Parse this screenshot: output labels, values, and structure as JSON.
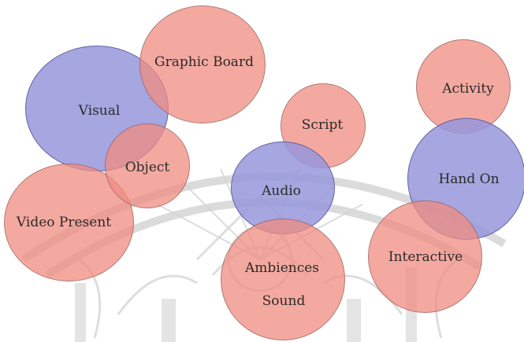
{
  "bubbles": {
    "visual": {
      "label": "Visual",
      "color": "blue"
    },
    "graphic_board": {
      "label": "Graphic Board",
      "color": "pink"
    },
    "script": {
      "label": "Script",
      "color": "pink"
    },
    "activity": {
      "label": "Activity",
      "color": "pink"
    },
    "object": {
      "label": "Object",
      "color": "pink"
    },
    "video_present": {
      "label": "Video Present",
      "color": "pink"
    },
    "audio": {
      "label": "Audio",
      "color": "blue"
    },
    "hand_on": {
      "label": "Hand On",
      "color": "blue"
    },
    "ambiences_sound": {
      "label_line1": "Ambiences",
      "label_line2": "Sound",
      "color": "pink"
    },
    "interactive": {
      "label": "Interactive",
      "color": "pink"
    }
  },
  "colors": {
    "pink": "#f08c80",
    "blue": "#9696dc"
  }
}
